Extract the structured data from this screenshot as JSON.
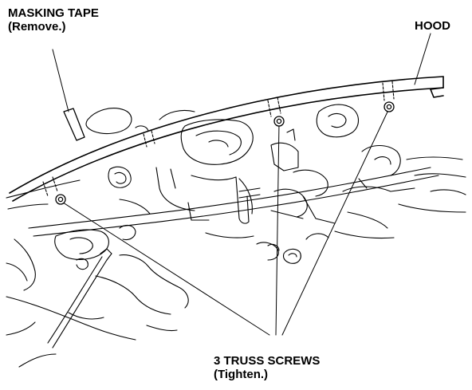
{
  "labels": {
    "masking_tape": {
      "line1": "MASKING TAPE",
      "line2": "(Remove.)"
    },
    "hood": {
      "line1": "HOOD"
    },
    "truss_screws": {
      "line1": "3 TRUSS SCREWS",
      "line2": "(Tighten.)"
    }
  },
  "parts": {
    "screw_count": 3
  },
  "colors": {
    "line": "#000000",
    "background": "#ffffff"
  }
}
